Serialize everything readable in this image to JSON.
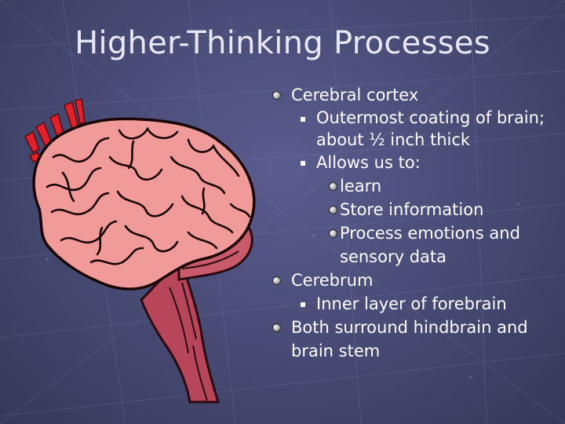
{
  "slide": {
    "title": "Higher-Thinking Processes",
    "bullets": [
      {
        "level": 1,
        "text": "Cerebral cortex"
      },
      {
        "level": 2,
        "text": "Outermost coating of brain; about ½ inch thick"
      },
      {
        "level": 2,
        "text": "Allows us to:"
      },
      {
        "level": 3,
        "text": "learn"
      },
      {
        "level": 3,
        "text": "Store information"
      },
      {
        "level": 3,
        "text": "Process emotions and sensory data"
      },
      {
        "level": 1,
        "text": "Cerebrum"
      },
      {
        "level": 2,
        "text": "Inner layer of forebrain"
      },
      {
        "level": 1,
        "text": "Both surround hindbrain and brain stem"
      }
    ]
  },
  "colors": {
    "background": "#4a4d78",
    "title": "#e8e8f4",
    "text": "#ffffff",
    "brain_pink": "#f09a9a",
    "brain_stem": "#b8465a",
    "accent_red": "#e0202a"
  },
  "icons": [
    "brain-icon",
    "emphasis-marks-icon"
  ]
}
